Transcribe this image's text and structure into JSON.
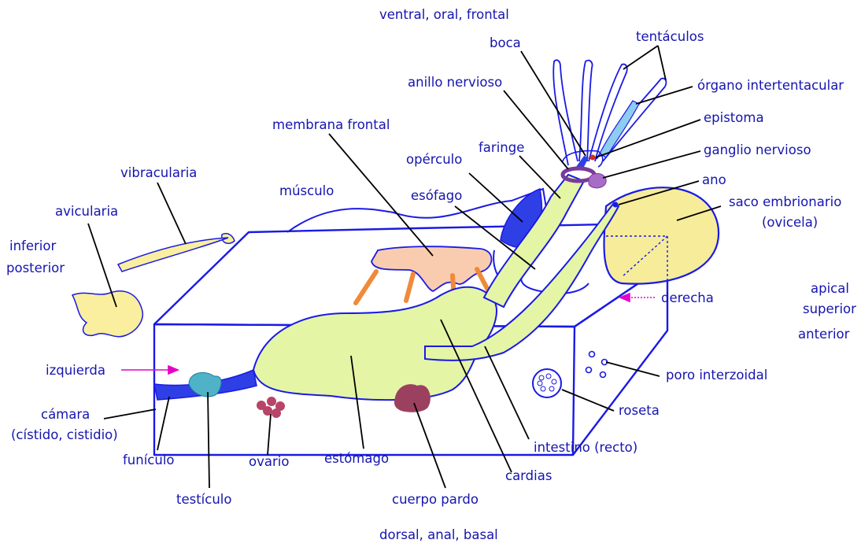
{
  "orientation": {
    "top": "ventral, oral, frontal",
    "bottom": "dorsal, anal, basal",
    "left_line1": "inferior",
    "left_line2": "posterior",
    "right_line1": "apical",
    "right_line2": "superior",
    "right_line3": "anterior",
    "left_side": "izquierda",
    "right_side": "derecha"
  },
  "labels": {
    "boca": "boca",
    "tentaculos": "tentáculos",
    "organo_intertentacular": "órgano intertentacular",
    "epistoma": "epistoma",
    "anillo_nervioso": "anillo nervioso",
    "ganglio_nervioso": "ganglio nervioso",
    "ano": "ano",
    "membrana_frontal": "membrana frontal",
    "faringe": "faringe",
    "operculo": "opérculo",
    "vibracularia": "vibracularia",
    "musculo": "músculo",
    "esofago": "esófago",
    "saco_embrionario_line1": "saco embrionario",
    "saco_embrionario_line2": "(ovicela)",
    "avicularia": "avicularia",
    "poro_interzoidal": "poro interzoidal",
    "camara_line1": "cámara",
    "camara_line2": "(cístido, cistidio)",
    "roseta": "roseta",
    "intestino": "intestino (recto)",
    "funiculo": "funículo",
    "ovario": "ovario",
    "estomago": "estómago",
    "cardias": "cardias",
    "testiculo": "testículo",
    "cuerpo_pardo": "cuerpo pardo"
  },
  "colors": {
    "text": "#1515b0",
    "outline": "#1a1ae6",
    "leader": "#000000",
    "digestive": "#e4f5a6",
    "ovicell": "#f6ec9a",
    "avicularia": "#f9ef9e",
    "membrane": "#f9ccb0",
    "muscle": "#f08a3a",
    "operculum": "#2f3fe6",
    "intertentacular": "#8ecdf2",
    "ganglion": "#a86cc8",
    "nerve_ring": "#7a3a9a",
    "testis": "#4fb2c6",
    "ovary": "#b8446a",
    "brown_body": "#9c4060",
    "arrow": "#e600c8"
  }
}
